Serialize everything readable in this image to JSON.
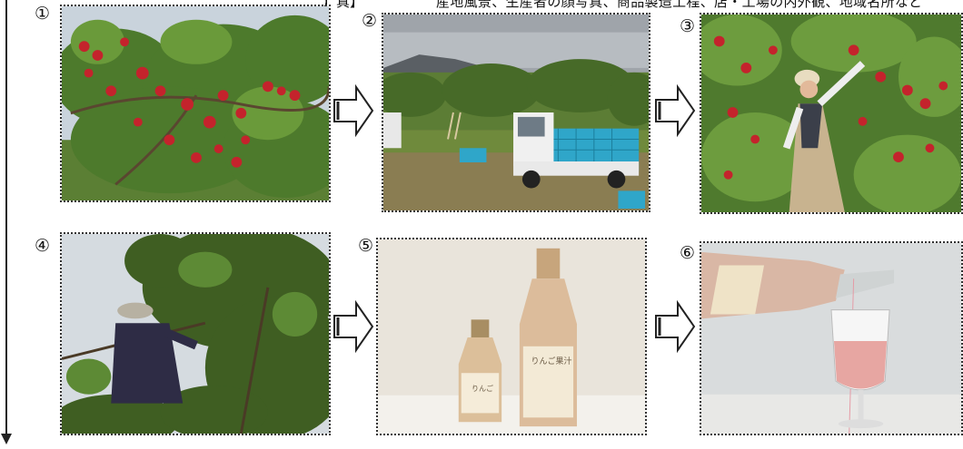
{
  "header": {
    "left_bracket": "】真】",
    "caption": "産地風景、生産者の顔写真、商品製造工程、店・工場の内外観、地域名所など"
  },
  "photos": [
    {
      "number": "①"
    },
    {
      "number": "②"
    },
    {
      "number": "③"
    },
    {
      "number": "④"
    },
    {
      "number": "⑤"
    },
    {
      "number": "⑥"
    }
  ],
  "bottle_labels": {
    "large": "りんご果汁",
    "small": "りんご"
  },
  "colors": {
    "apple_red": "#c4232c",
    "leaf_green": "#4d7a2c",
    "sky": "#c9d3dc",
    "crate_blue": "#2fa6c9",
    "juice": "#e7a6a2"
  },
  "icons": [
    "right-arrow-icon",
    "down-arrow-icon"
  ]
}
